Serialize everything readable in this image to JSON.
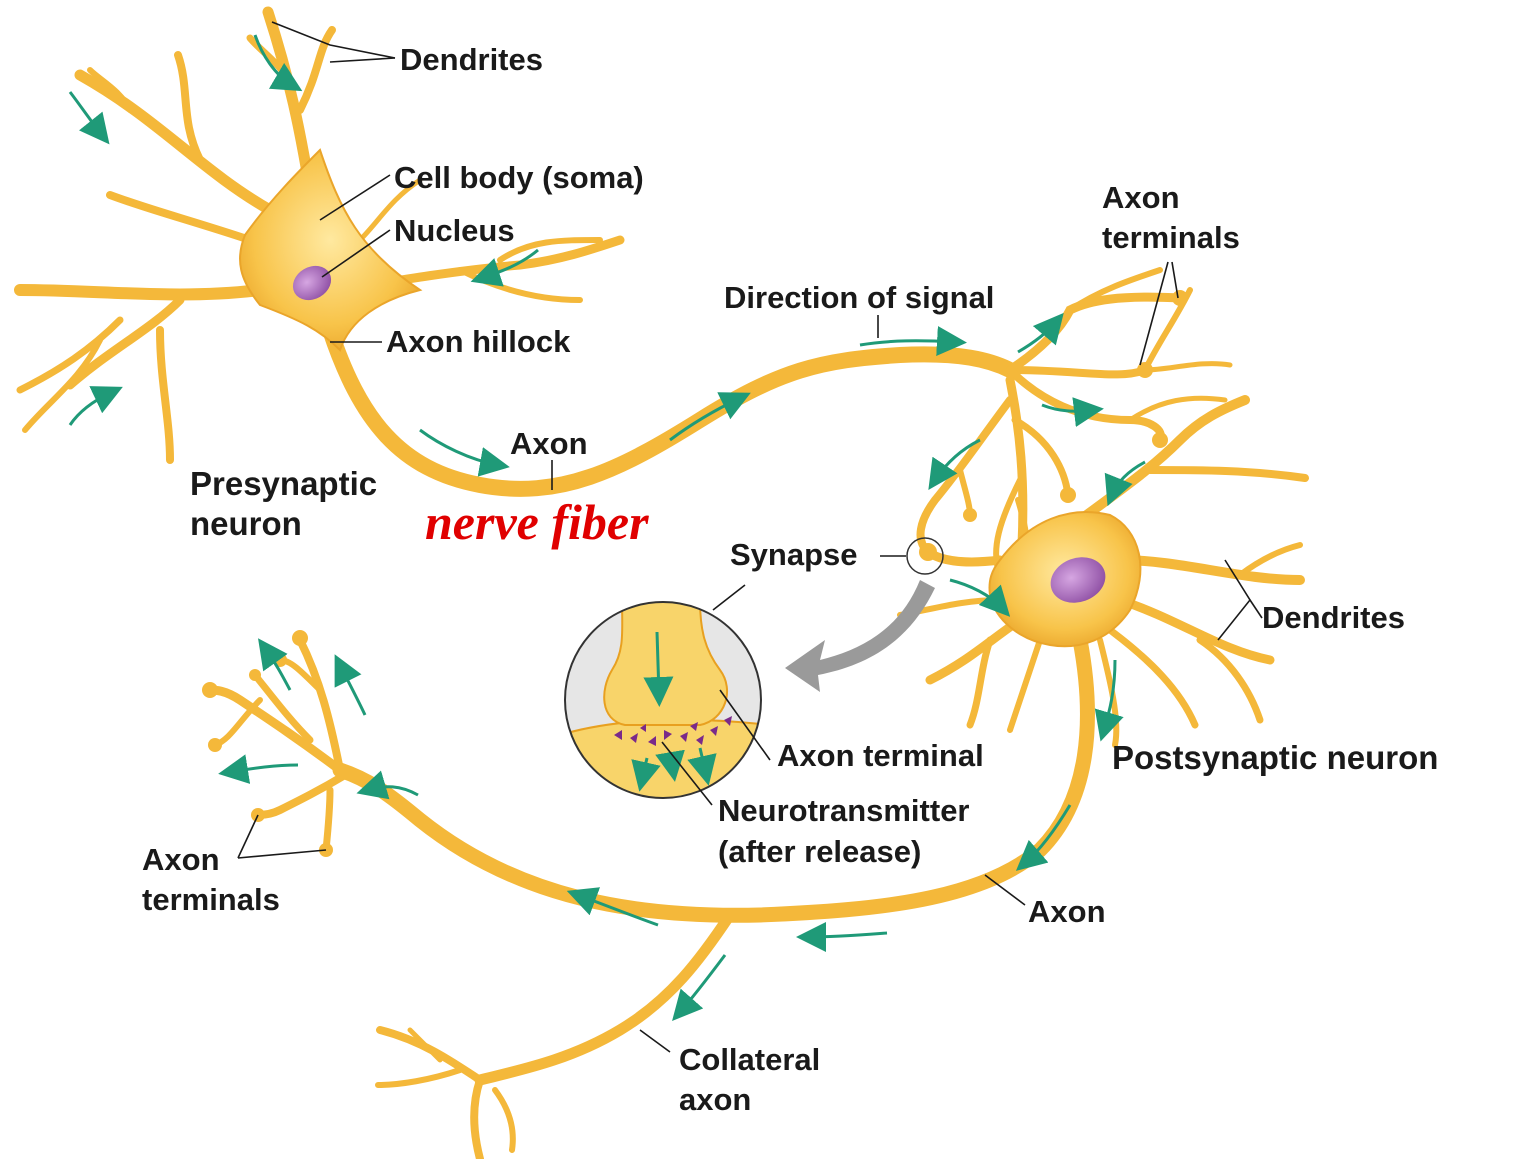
{
  "labels": {
    "dendrites_top": "Dendrites",
    "cell_body": "Cell body (soma)",
    "nucleus": "Nucleus",
    "axon_hillock": "Axon hillock",
    "axon_top": "Axon",
    "presynaptic_line1": "Presynaptic",
    "presynaptic_line2": "neuron",
    "nerve_fiber": "nerve fiber",
    "direction_of_signal": "Direction of signal",
    "axon_terminals_right_line1": "Axon",
    "axon_terminals_right_line2": "terminals",
    "synapse": "Synapse",
    "dendrites_right": "Dendrites",
    "axon_terminal": "Axon terminal",
    "neurotransmitter_line1": "Neurotransmitter",
    "neurotransmitter_line2": "(after release)",
    "postsynaptic": "Postsynaptic neuron",
    "axon_terminals_left_line1": "Axon",
    "axon_terminals_left_line2": "terminals",
    "axon_bottom": "Axon",
    "collateral_line1": "Collateral",
    "collateral_line2": "axon"
  },
  "colors": {
    "neuron": "#f8c44a",
    "neuron_outline": "#e8a020",
    "nucleus": "#a46ab4",
    "arrow": "#1f9a78",
    "leader": "#1a1a1a",
    "highlight": "#e00000",
    "neurotransmitter": "#7a2a8a",
    "big_arrow": "#9a9a9a"
  },
  "icons": [
    "signal-direction-arrow",
    "zoom-arrow"
  ]
}
